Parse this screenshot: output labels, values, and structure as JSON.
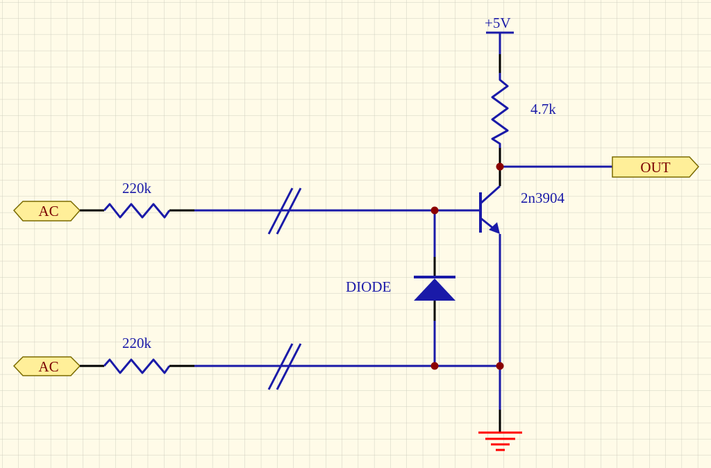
{
  "schematic": {
    "supply_label": "+5V",
    "pullup_resistor_label": "4.7k",
    "transistor_label": "2n3904",
    "output_port_label": "OUT",
    "input_port_top_label": "AC",
    "input_port_bottom_label": "AC",
    "input_resistor_top_label": "220k",
    "input_resistor_bottom_label": "220k",
    "diode_label": "DIODE"
  },
  "colors": {
    "background": "#fffbe8",
    "grid": "#cfcfc0",
    "wire": "#1a1aa8",
    "lead": "#000000",
    "junction": "#8b0000",
    "ground": "#ff0000",
    "port_fill": "#ffef99",
    "port_stroke": "#7a6a00"
  }
}
